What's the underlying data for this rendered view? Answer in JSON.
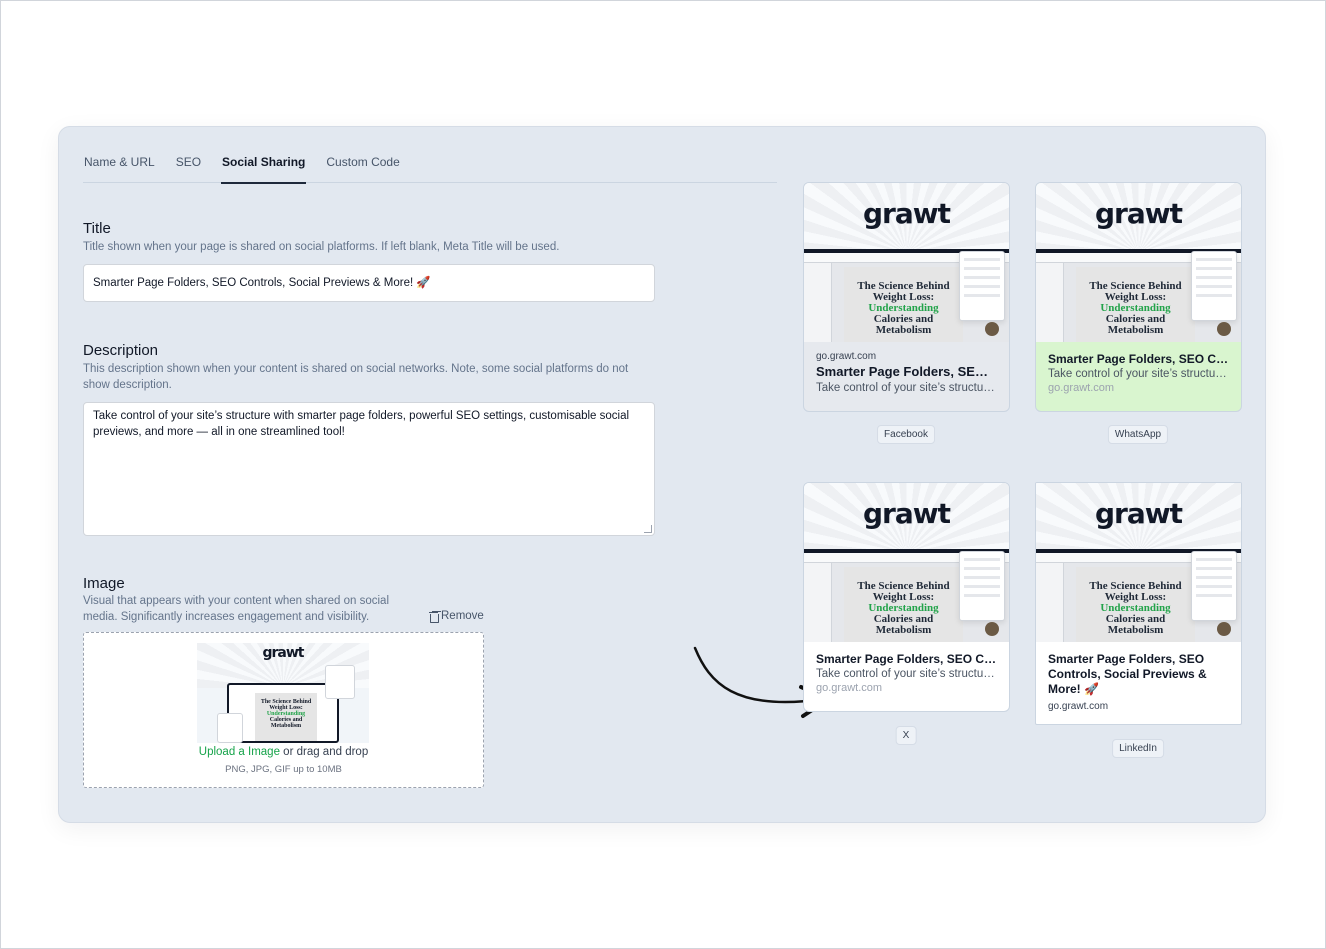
{
  "tabs": [
    {
      "label": "Name & URL"
    },
    {
      "label": "SEO"
    },
    {
      "label": "Social Sharing"
    },
    {
      "label": "Custom Code"
    }
  ],
  "title_section": {
    "heading": "Title",
    "description": "Title shown when your page is shared on social platforms. If left blank, Meta Title will be used.",
    "value": "Smarter Page Folders, SEO Controls, Social Previews & More! 🚀"
  },
  "description_section": {
    "heading": "Description",
    "description": "This description shown when your content is shared on social networks. Note, some social platforms do not show description.",
    "value": "Take control of your site’s structure with smarter page folders, powerful SEO settings, customisable social previews, and more — all in one streamlined tool!"
  },
  "image_section": {
    "heading": "Image",
    "description": "Visual that appears with your content when shared on social media. Significantly increases engagement and visibility.",
    "remove_label": "Remove",
    "upload_link": "Upload a Image",
    "upload_rest": " or drag and drop",
    "hint": "PNG, JPG, GIF up to 10MB"
  },
  "thumb": {
    "logo": "grawt",
    "headline_1": "The Science Behind",
    "headline_2": "Weight Loss:",
    "headline_3": "Understanding",
    "headline_4": "Calories and",
    "headline_5": "Metabolism"
  },
  "previews": {
    "facebook": {
      "domain": "go.grawt.com",
      "title": "Smarter Page Folders, SEO Controls, Social Previews & More! 🚀",
      "desc": "Take control of your site’s structure with smarter page folders",
      "platform": "Facebook"
    },
    "whatsapp": {
      "title": "Smarter Page Folders, SEO Controls, Social Previews & More! 🚀",
      "desc": "Take control of your site’s structure with smarter page folders",
      "domain": "go.grawt.com",
      "platform": "WhatsApp"
    },
    "x": {
      "title": "Smarter Page Folders, SEO Controls, Social Previews & More! 🚀",
      "desc": "Take control of your site’s structure with smarter page folders",
      "domain": "go.grawt.com",
      "platform": "X"
    },
    "linkedin": {
      "title": "Smarter Page Folders, SEO Controls, Social Previews & More! 🚀",
      "domain": "go.grawt.com",
      "platform": "LinkedIn"
    }
  },
  "colors": {
    "panel_bg": "#e2e8f0",
    "accent_green": "#16a34a",
    "whatsapp_bg": "#d9f5cf"
  }
}
